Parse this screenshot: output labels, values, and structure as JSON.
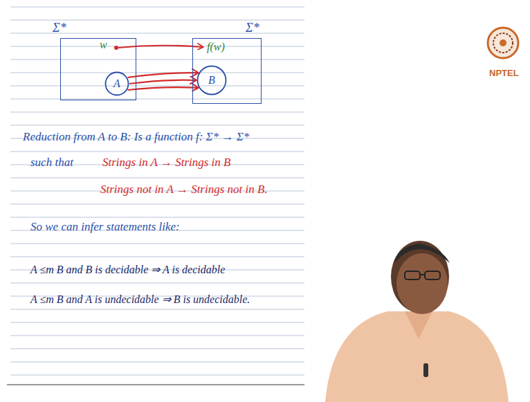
{
  "diagram": {
    "nodes": [
      {
        "text": [
          "Σ*"
        ]
      },
      {
        "text": [
          "Σ*"
        ]
      },
      {
        "text": [
          "A"
        ],
        "in": 0
      },
      {
        "text": [
          "B"
        ],
        "in": 1
      }
    ],
    "edges": [
      {
        "from": 2,
        "to": 3,
        "arrow": "to"
      },
      {
        "from": 2,
        "to": 3,
        "arrow": "to"
      },
      {
        "from": 2,
        "to": 3,
        "arrow": "to"
      }
    ],
    "labels": [
      "w",
      "f(w)",
      "Reduction from A to B: Is a function f: Σ* → Σ*",
      "such that",
      "Strings in A → Strings in B",
      "Strings not in A → Strings not in B.",
      "So we can infer statements like:",
      "A ≤m B and B is decidable ⇒ A is decidable",
      "A ≤m B and A is undecidable ⇒ B is undecidable.",
      "NPTEL"
    ]
  }
}
